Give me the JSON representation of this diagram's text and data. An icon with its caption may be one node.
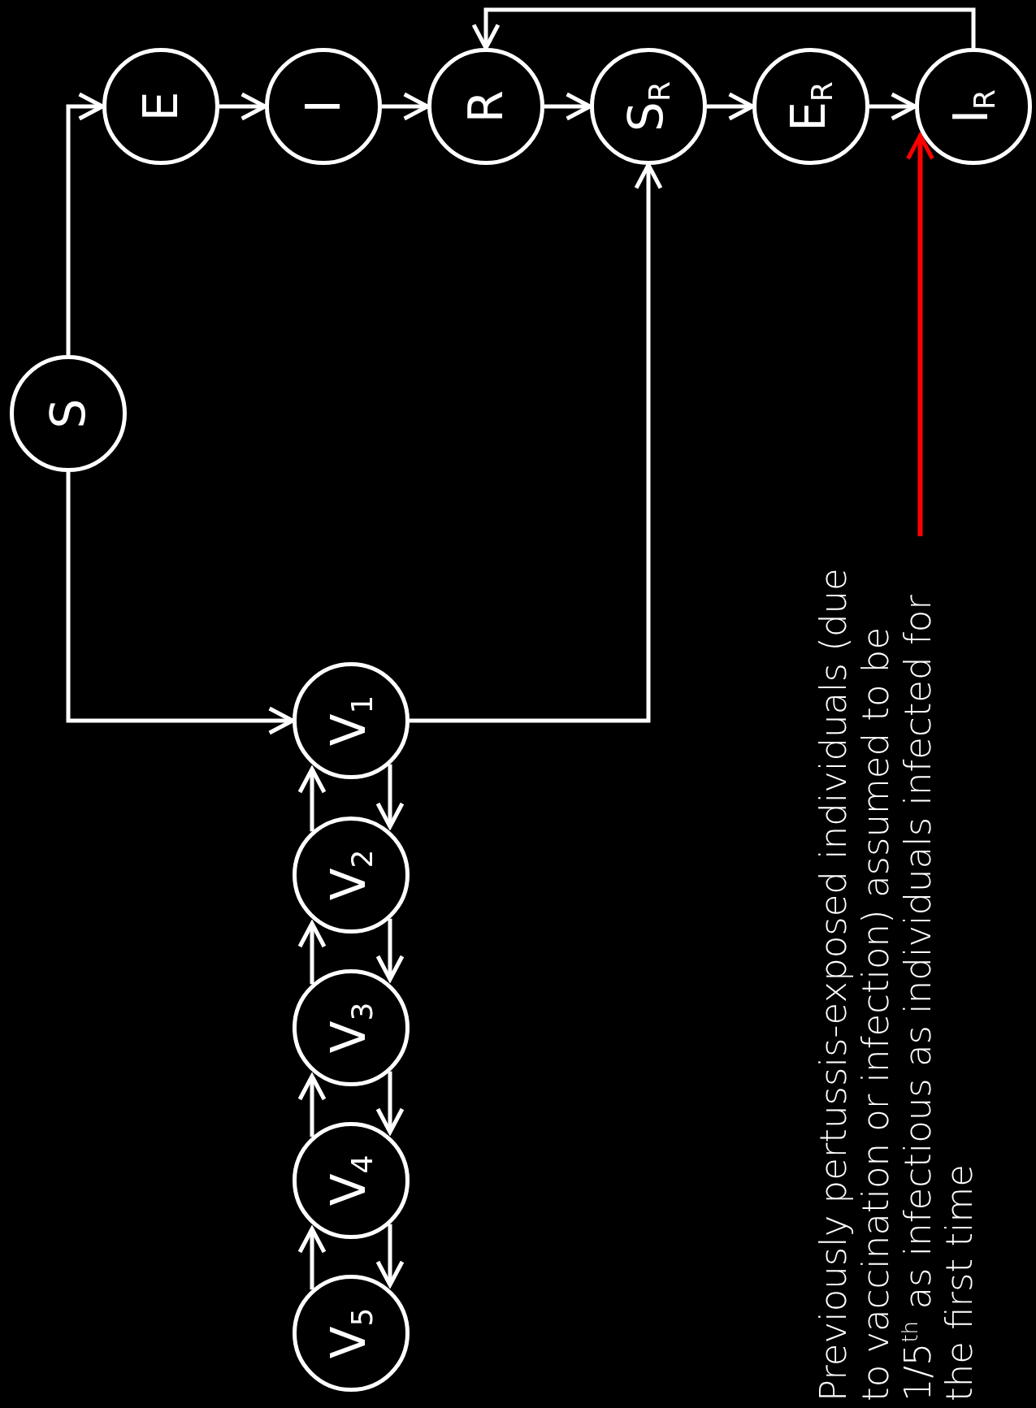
{
  "diagram": {
    "nodes": [
      {
        "text": [
          "S"
        ]
      },
      {
        "text": [
          "E"
        ]
      },
      {
        "text": [
          "I"
        ]
      },
      {
        "text": [
          "R"
        ]
      },
      {
        "text": [
          "S$_{R}$"
        ]
      },
      {
        "text": [
          "E$_{R}$"
        ]
      },
      {
        "text": [
          "I$_{R}$"
        ]
      },
      {
        "text": [
          "V$_{1}$"
        ]
      },
      {
        "text": [
          "V$_{2}$"
        ]
      },
      {
        "text": [
          "V$_{3}$"
        ]
      },
      {
        "text": [
          "V$_{4}$"
        ]
      },
      {
        "text": [
          "V$_{5}$"
        ]
      },
      {
        "text": [
          "Previously pertussis-exposed individuals (due to vaccination or infection) assumed to be 1/5$^{th}$ as infectious as individuals infected for the first time"
        ]
      }
    ],
    "edges": [
      {
        "from": 0,
        "to": 1,
        "arrow": "to"
      },
      {
        "from": 0,
        "to": 7,
        "arrow": "to"
      },
      {
        "from": 1,
        "to": 2,
        "arrow": "to"
      },
      {
        "from": 2,
        "to": 3,
        "arrow": "to"
      },
      {
        "from": 3,
        "to": 4,
        "arrow": "to"
      },
      {
        "from": 4,
        "to": 5,
        "arrow": "to"
      },
      {
        "from": 5,
        "to": 6,
        "arrow": "to"
      },
      {
        "from": 6,
        "to": 3,
        "arrow": "to"
      },
      {
        "from": 7,
        "to": 4,
        "arrow": "to"
      },
      {
        "from": 7,
        "to": 8,
        "arrow": "to"
      },
      {
        "from": 8,
        "to": 7,
        "arrow": "to"
      },
      {
        "from": 8,
        "to": 9,
        "arrow": "to"
      },
      {
        "from": 9,
        "to": 8,
        "arrow": "to"
      },
      {
        "from": 9,
        "to": 10,
        "arrow": "to"
      },
      {
        "from": 10,
        "to": 9,
        "arrow": "to"
      },
      {
        "from": 10,
        "to": 11,
        "arrow": "to"
      },
      {
        "from": 11,
        "to": 10,
        "arrow": "to"
      },
      {
        "from": 12,
        "to": 6,
        "arrow": "to",
        "color": "#ff0000"
      }
    ]
  }
}
